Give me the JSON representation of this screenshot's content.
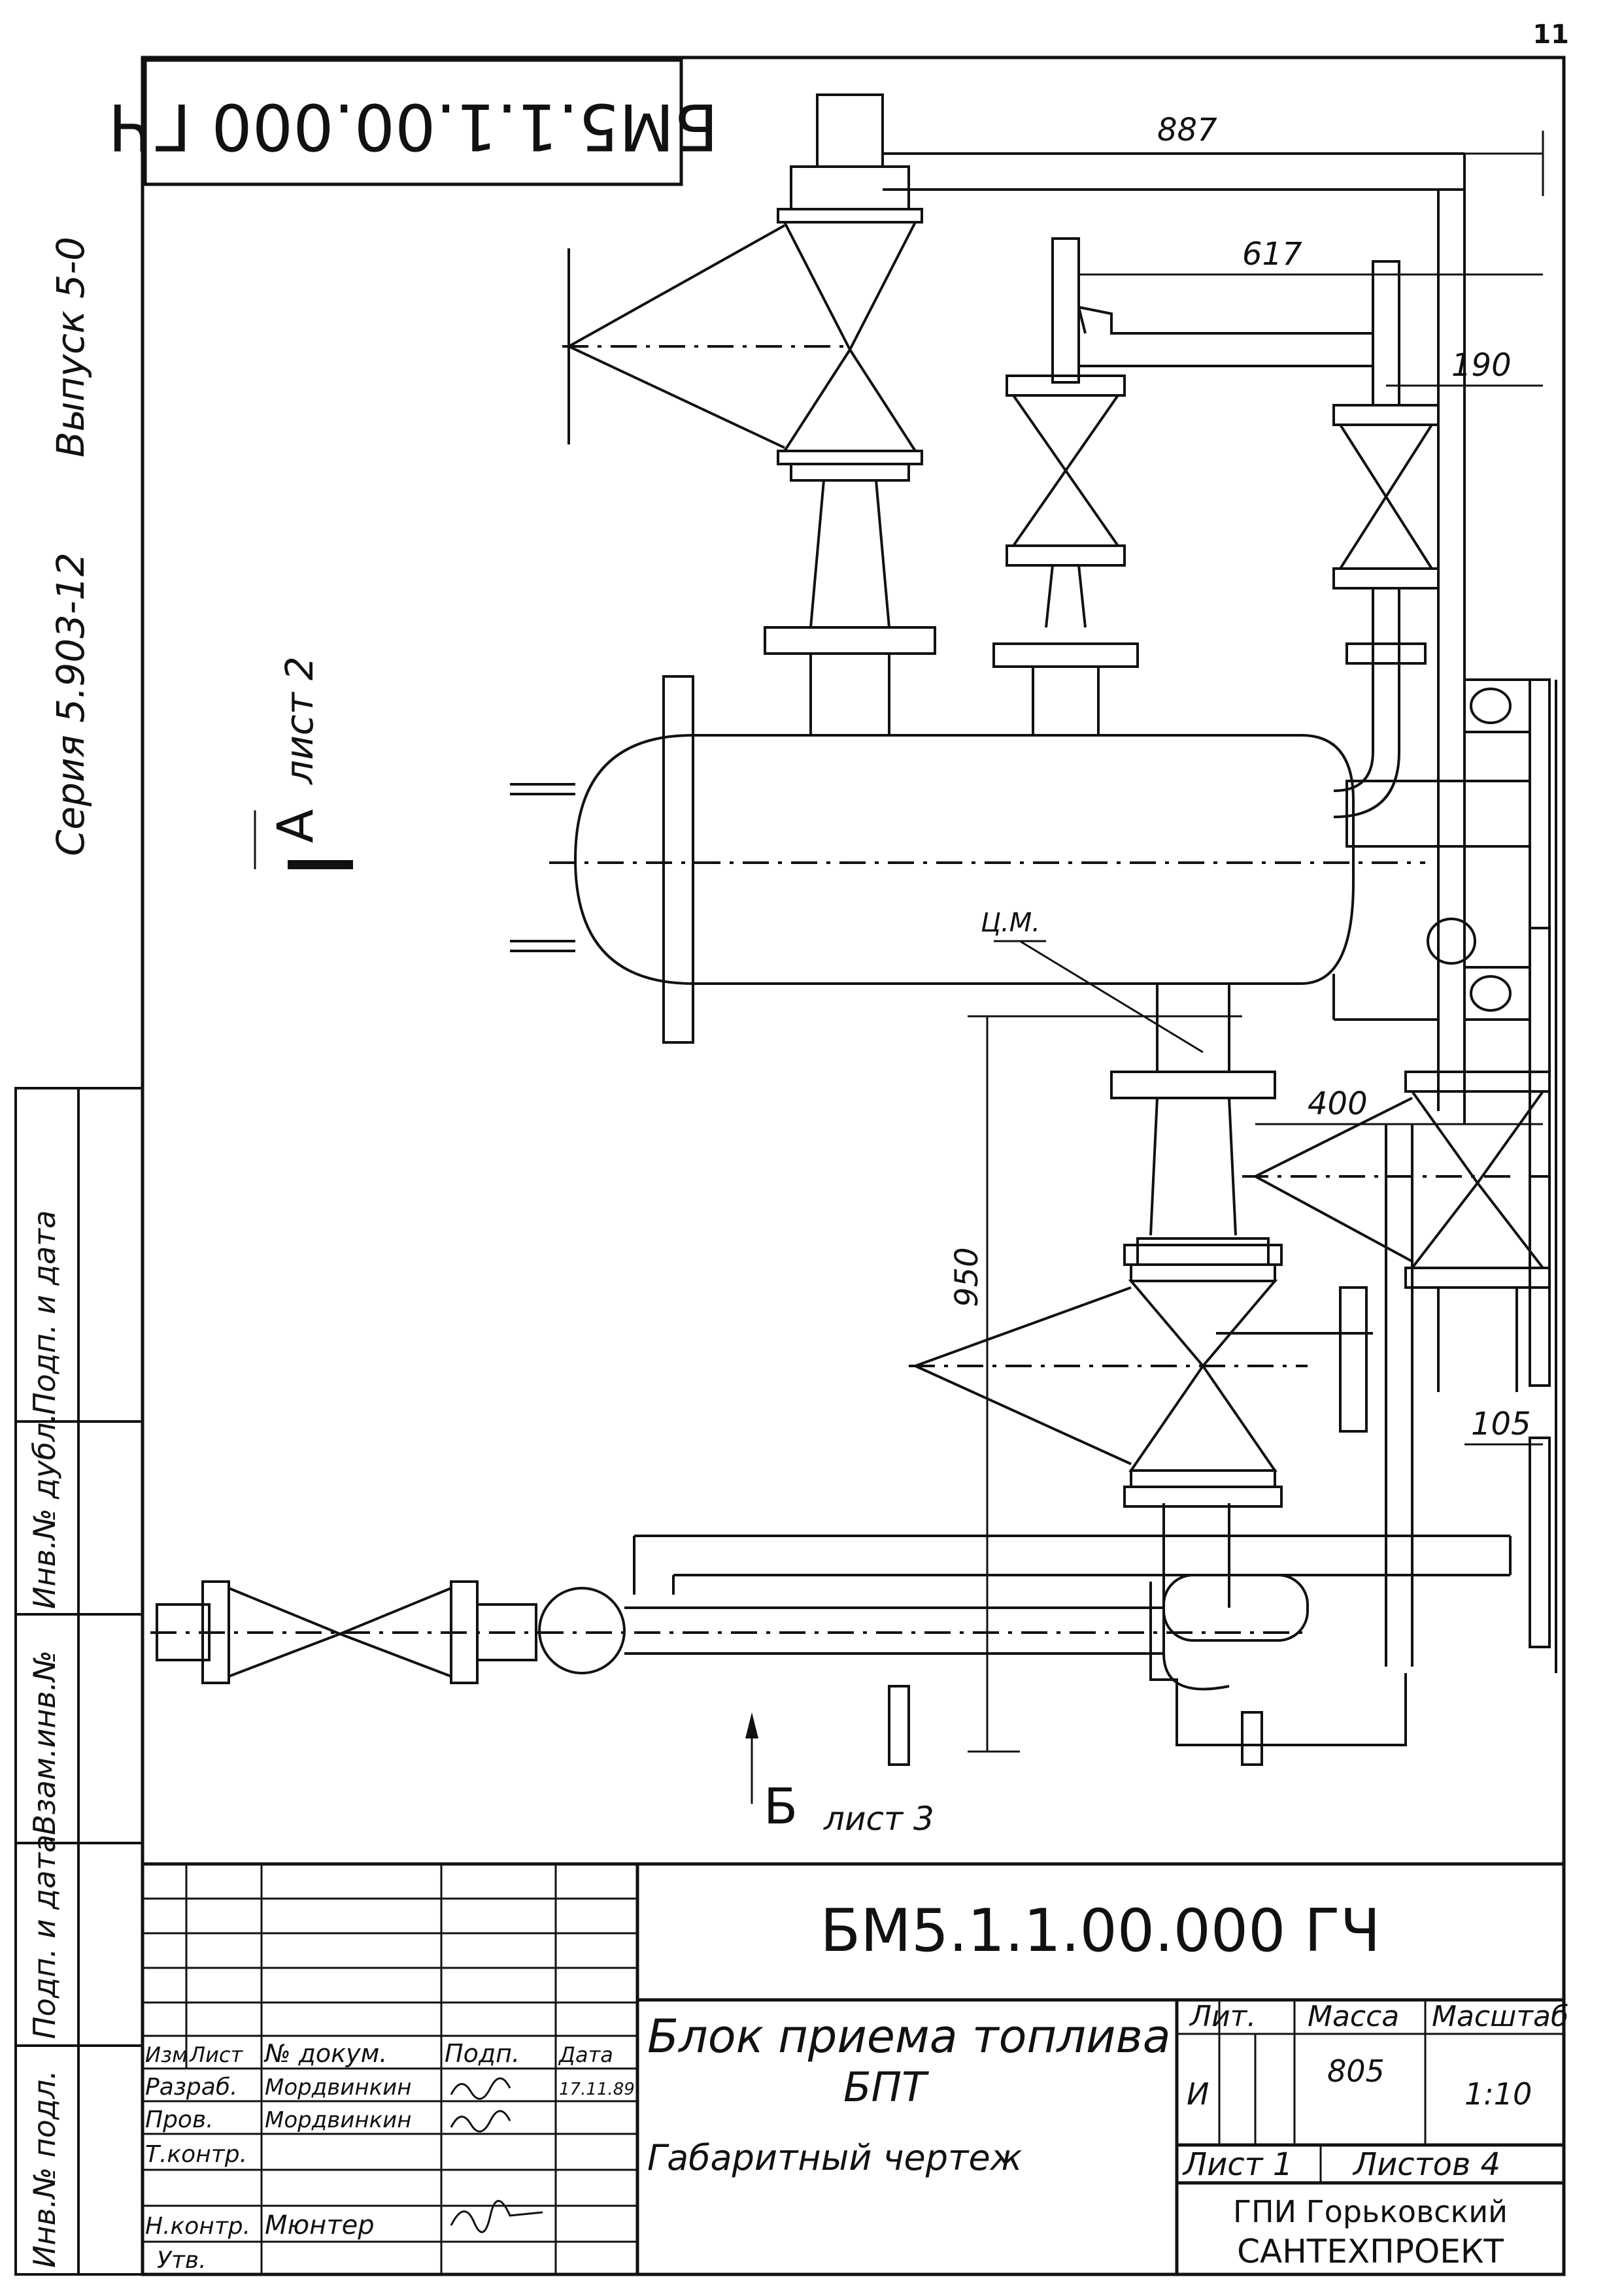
{
  "page_number": "11",
  "rotated_code": "БМ5.1.1.00.000 ГЧ",
  "series_label": "Серия 5.903-12",
  "issue_label": "Выпуск 5-0",
  "view_a": {
    "letter": "А",
    "ref": "лист 2"
  },
  "view_b": {
    "letter": "Б",
    "ref": "лист 3"
  },
  "center_mass_label": "Ц.М.",
  "dimensions": {
    "d887": "887",
    "d617": "617",
    "d190": "190",
    "d400": "400",
    "d950": "950",
    "d105": "105"
  },
  "left_strip": {
    "inv_podl": "Инв.№ подл.",
    "podp_data_1": "Подп. и дата",
    "vzam_inv": "Взам.инв.№",
    "inv_dubl": "Инв.№ дубл.",
    "podp_data_2": "Подп. и дата"
  },
  "title_block": {
    "code": "БМ5.1.1.00.000 ГЧ",
    "name_line1": "Блок приема топлива",
    "name_line2": "БПТ",
    "doc_type": "Габаритный чертеж",
    "headers": {
      "izm": "Изм",
      "list": "Лист",
      "doc": "№ докум.",
      "podp": "Подп.",
      "date": "Дата"
    },
    "roles": [
      {
        "role": "Разраб.",
        "name": "Мордвинкин",
        "date": "17.11.89"
      },
      {
        "role": "Пров.",
        "name": "Мордвинкин",
        "date": ""
      },
      {
        "role": "Т.контр.",
        "name": "",
        "date": ""
      },
      {
        "role": "",
        "name": "",
        "date": ""
      },
      {
        "role": "Н.контр.",
        "name": "Мюнтер",
        "date": ""
      },
      {
        "role": "Утв.",
        "name": "",
        "date": ""
      }
    ],
    "lit_label": "Лит.",
    "mass_label": "Масса",
    "scale_label": "Масштаб",
    "lit_value": "И",
    "mass_value": "805",
    "scale_value": "1:10",
    "sheet": "Лист 1",
    "sheets": "Листов 4",
    "org_line1": "ГПИ Горьковский",
    "org_line2": "САНТЕХПРОЕКТ"
  }
}
